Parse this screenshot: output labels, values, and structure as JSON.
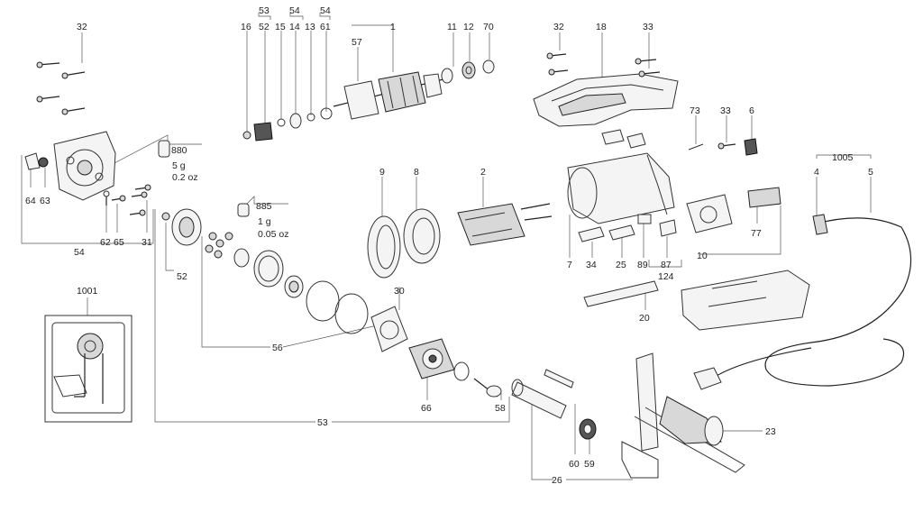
{
  "labels": {
    "p1": "1",
    "p2": "2",
    "p4": "4",
    "p5": "5",
    "p6": "6",
    "p7": "7",
    "p8": "8",
    "p9": "9",
    "p10": "10",
    "p11": "11",
    "p12": "12",
    "p13": "13",
    "p14": "14",
    "p15": "15",
    "p16": "16",
    "p18": "18",
    "p20": "20",
    "p23": "23",
    "p25": "25",
    "p26": "26",
    "p30": "30",
    "p31": "31",
    "p32a": "32",
    "p32b": "32",
    "p33a": "33",
    "p33b": "33",
    "p34": "34",
    "p52a": "52",
    "p52b": "52",
    "p53a": "53",
    "p53b": "53",
    "p54a": "54",
    "p54b": "54",
    "p54c": "54",
    "p56": "56",
    "p57": "57",
    "p58": "58",
    "p59": "59",
    "p60": "60",
    "p61": "61",
    "p62": "62",
    "p63": "63",
    "p64": "64",
    "p65": "65",
    "p66": "66",
    "p70": "70",
    "p73": "73",
    "p77": "77",
    "p87": "87",
    "p89": "89",
    "p124": "124",
    "p880": "880",
    "p885": "885",
    "p1001": "1001",
    "p1005": "1005"
  },
  "notes": {
    "grease880_g": "5 g",
    "grease880_oz": "0.2 oz",
    "grease885_g": "1 g",
    "grease885_oz": "0.05 oz"
  },
  "colors": {
    "ink": "#222222",
    "paper": "#ffffff",
    "part_fill": "#f4f4f4",
    "shade": "#d8d8d8"
  }
}
